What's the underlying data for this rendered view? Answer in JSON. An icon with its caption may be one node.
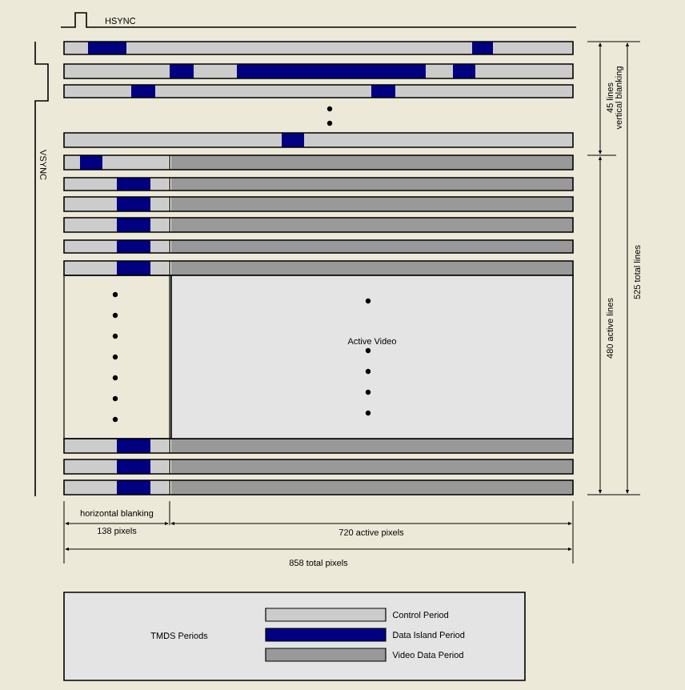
{
  "diagram": {
    "nodes": [
      {
        "text": [
          "Active Video"
        ]
      }
    ],
    "edges": [],
    "labels": [
      "HSYNC",
      "VSYNC",
      "45 lines",
      "vertical blanking",
      "525 total lines",
      "480 active lines",
      "horizontal blanking",
      "138 pixels",
      "720 active pixels",
      "858 total pixels",
      "TMDS Periods"
    ],
    "legend": [
      {
        "text": "Control Period",
        "color": "#cccccc"
      },
      {
        "text": "Data Island Period",
        "color": "#000080"
      },
      {
        "text": "Video Data Period",
        "color": "#999999"
      }
    ]
  }
}
